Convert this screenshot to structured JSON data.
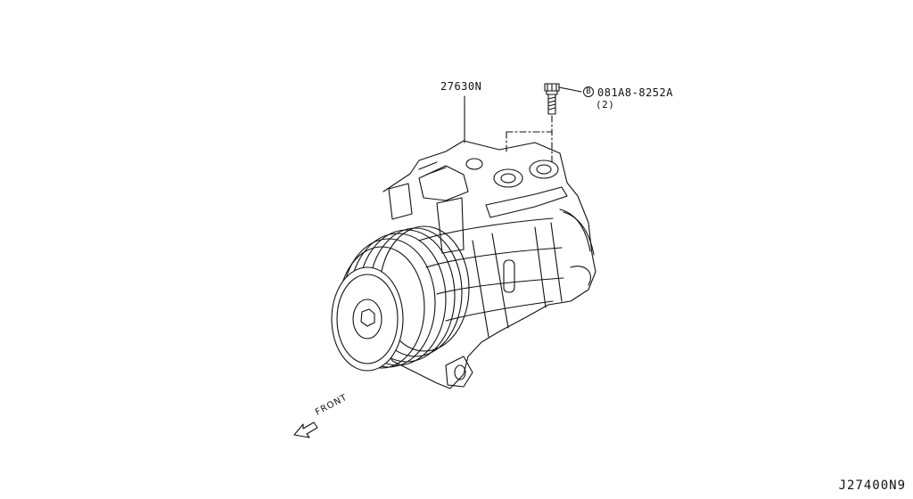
{
  "diagram": {
    "part_number": "27630N",
    "bolt_marker": "B",
    "bolt_part_number": "081A8-8252A",
    "bolt_quantity": "(2)",
    "front_label": "FRONT",
    "diagram_code": "J27400N9"
  },
  "icons": {
    "compressor": "ac-compressor-illustration",
    "bolt": "bolt-icon",
    "front_arrow": "front-arrow-icon"
  },
  "colors": {
    "line": "#111111",
    "background": "#ffffff"
  }
}
